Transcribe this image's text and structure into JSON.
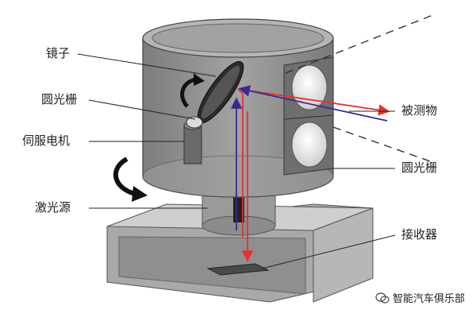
{
  "labels": {
    "mirror": "镜子",
    "grating_left": "圆光栅",
    "servo_motor": "伺服电机",
    "laser_source": "激光源",
    "target": "被测物",
    "grating_right": "圆光栅",
    "receiver": "接收器"
  },
  "watermark": "智能汽车俱乐部",
  "colors": {
    "housing": "#8a8a8a",
    "housing_dark": "#5f5f5f",
    "base": "#9c9c9c",
    "emit_beam": "#e8302a",
    "return_beam": "#3a2a8c",
    "rotation_arrow": "#111111"
  }
}
